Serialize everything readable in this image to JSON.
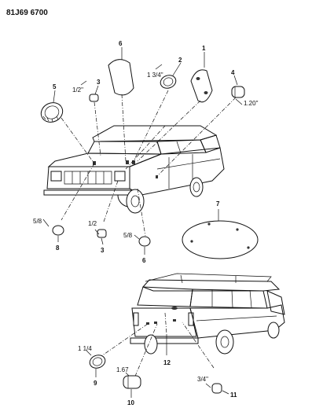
{
  "header": {
    "code": "81J69 6700"
  },
  "callouts": [
    "1",
    "2",
    "3",
    "4",
    "5",
    "6",
    "7",
    "8",
    "3",
    "6",
    "9",
    "10",
    "11",
    "12"
  ],
  "dimensions": {
    "d1": "1/2\"",
    "d2": "1 3/4\"",
    "d3": "1.20\"",
    "d4": "5/8",
    "d5": "1/2",
    "d6": "5/8",
    "d7": "1 1/4",
    "d8": "1.67",
    "d9": "3/4\""
  }
}
